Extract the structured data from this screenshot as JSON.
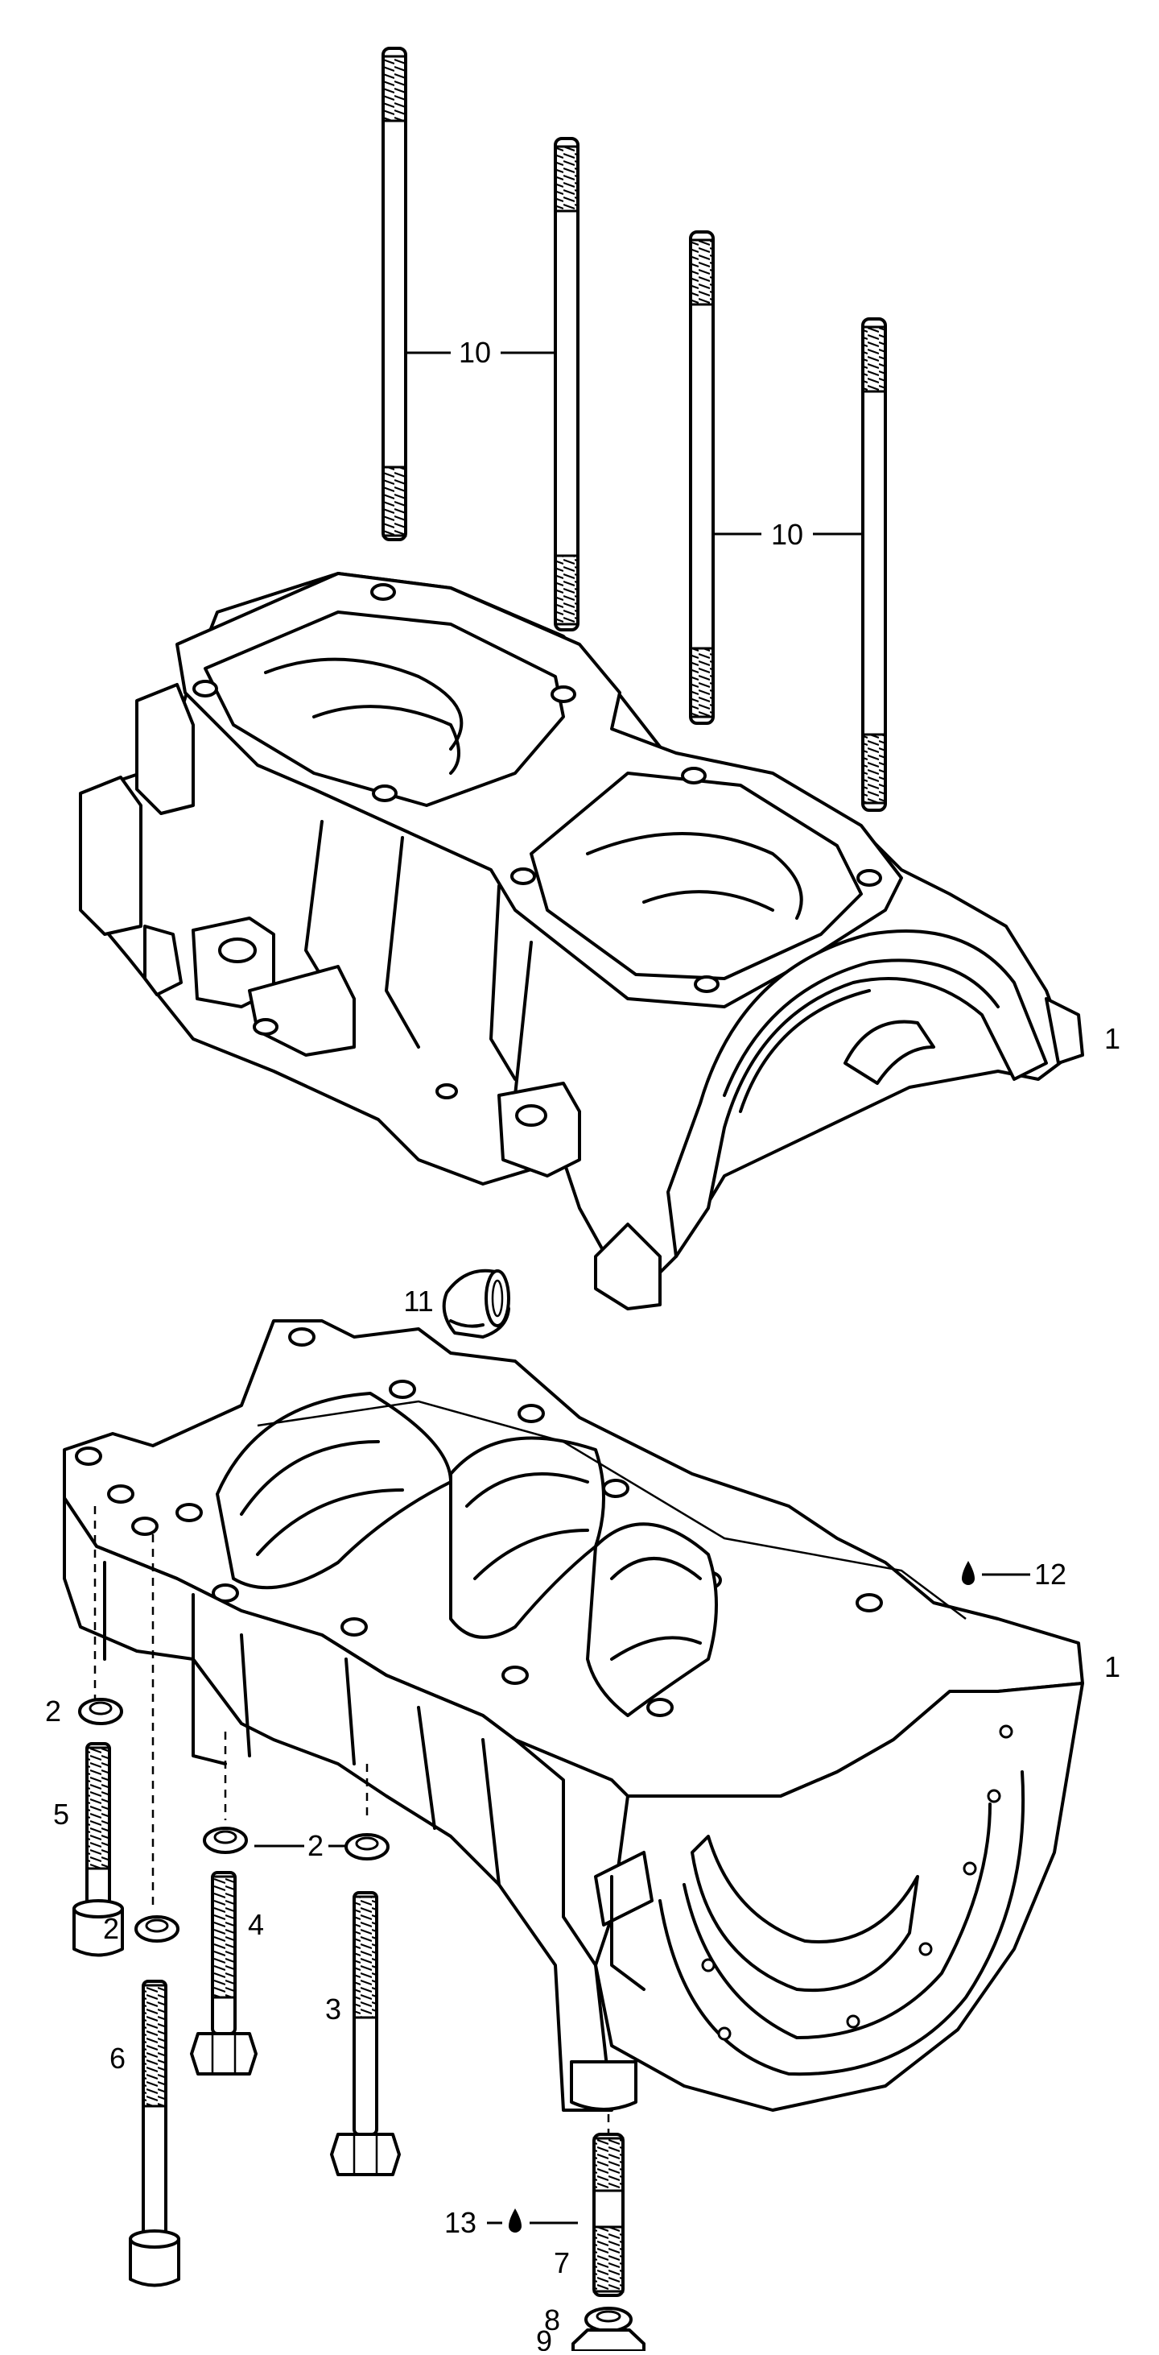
{
  "callouts": {
    "stud_left": "10",
    "stud_right": "10",
    "upper_crankcase": "1",
    "seal": "11",
    "lower_crankcase": "1",
    "sealant_top": "12",
    "washer_a": "2",
    "washer_b": "2",
    "washer_c": "2",
    "screw_5": "5",
    "bolt_4": "4",
    "screw_6": "6",
    "bolt_3": "3",
    "sealant_bottom": "13",
    "stud_7": "7",
    "lock_washer_8": "8",
    "nut_9": "9"
  },
  "icons": {
    "sealant": "drop-icon"
  }
}
